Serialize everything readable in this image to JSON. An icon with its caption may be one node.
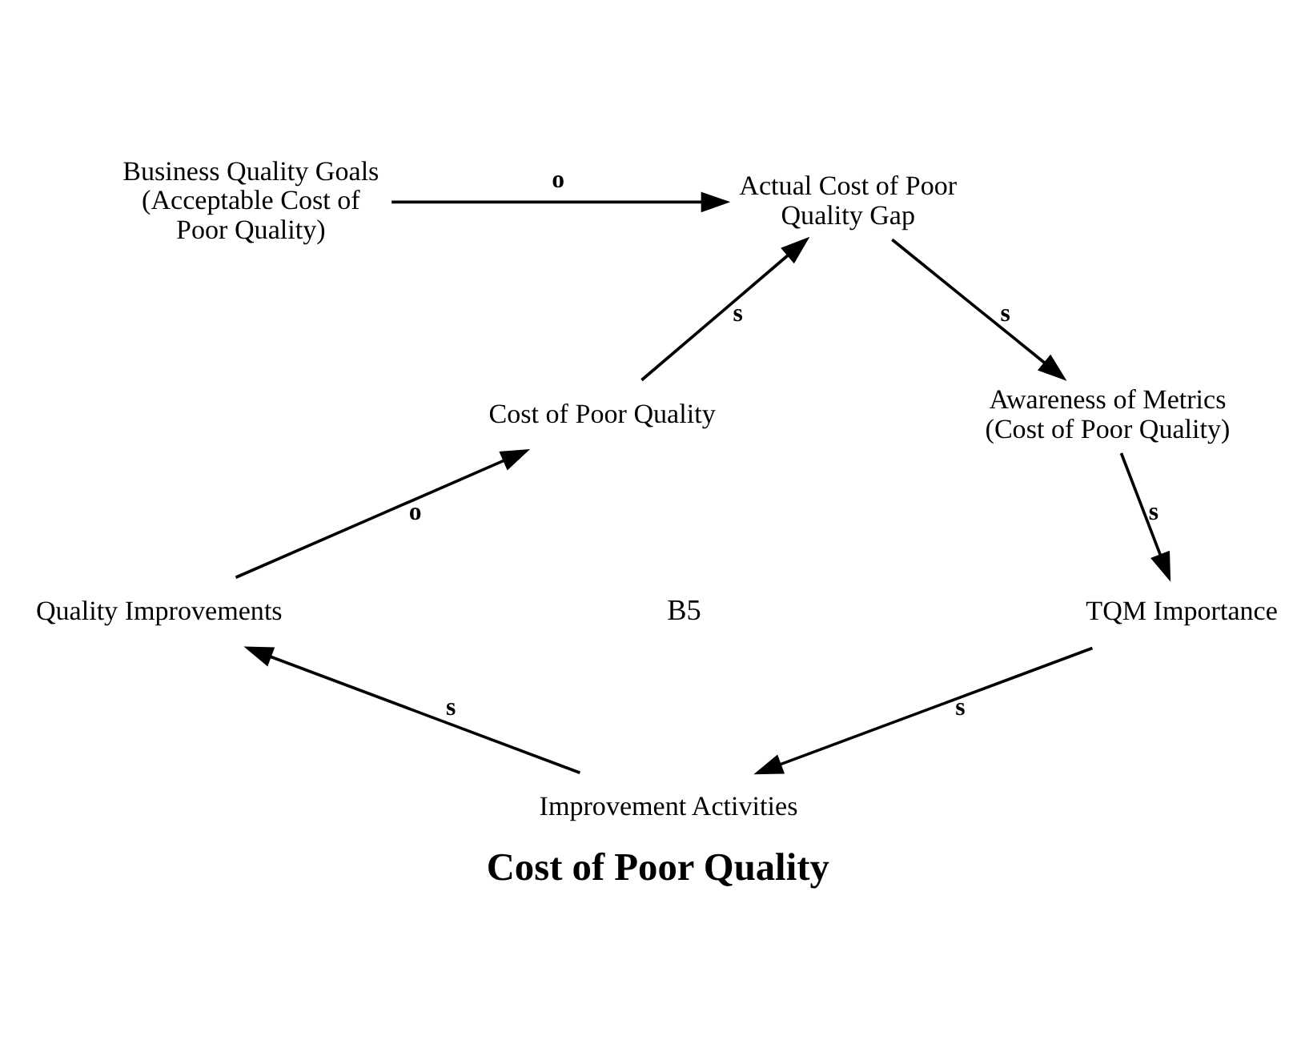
{
  "diagram": {
    "caption": "Cost of Poor Quality",
    "nodes": [
      {
        "text": [
          "Business Quality Goals (Acceptable Cost of Poor Quality)"
        ]
      },
      {
        "text": [
          "Actual Cost of Poor Quality Gap"
        ]
      },
      {
        "text": [
          "Awareness of Metrics (Cost of Poor Quality)"
        ]
      },
      {
        "text": [
          "TQM Importance"
        ]
      },
      {
        "text": [
          "Improvement Activities"
        ]
      },
      {
        "text": [
          "Quality Improvements"
        ]
      },
      {
        "text": [
          "Cost of Poor Quality"
        ]
      }
    ],
    "edges": [
      {
        "from": 0,
        "to": 1,
        "arrow": "to",
        "label": "o"
      },
      {
        "from": 6,
        "to": 1,
        "arrow": "to",
        "label": "s"
      },
      {
        "from": 1,
        "to": 2,
        "arrow": "to",
        "label": "s"
      },
      {
        "from": 2,
        "to": 3,
        "arrow": "to",
        "label": "s"
      },
      {
        "from": 3,
        "to": 4,
        "arrow": "to",
        "label": "s"
      },
      {
        "from": 4,
        "to": 5,
        "arrow": "to",
        "label": "s"
      },
      {
        "from": 5,
        "to": 6,
        "arrow": "to",
        "label": "o"
      }
    ],
    "labels": [
      "B5"
    ]
  }
}
